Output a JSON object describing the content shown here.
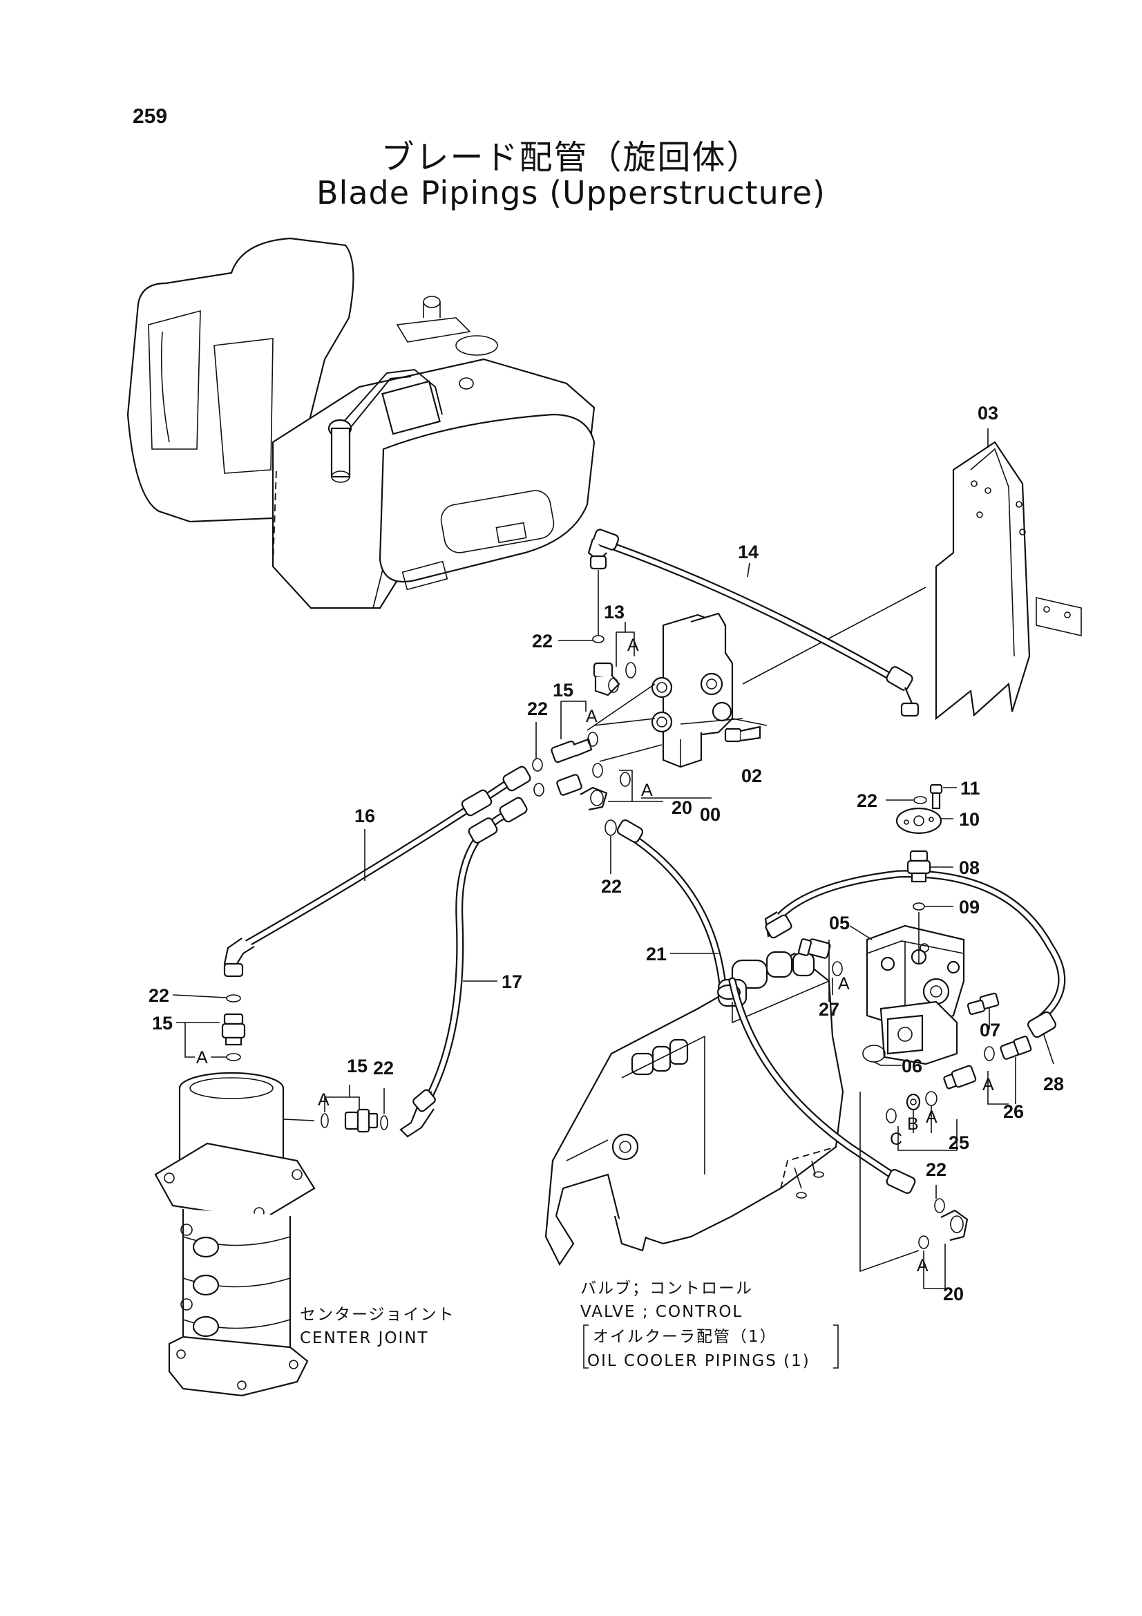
{
  "page": {
    "number": "259",
    "title_ja": "ブレード配管（旋回体）",
    "title_en": "Blade Pipings (Upperstructure)"
  },
  "labels": {
    "p00": "00",
    "p02": "02",
    "p03": "03",
    "p05": "05",
    "p06": "06",
    "p07": "07",
    "p08": "08",
    "p09": "09",
    "p10": "10",
    "p11": "11",
    "p13": "13",
    "p14": "14",
    "p15": "15",
    "p16": "16",
    "p17": "17",
    "p20": "20",
    "p21": "21",
    "p22": "22",
    "p25": "25",
    "p26": "26",
    "p27": "27",
    "p28": "28",
    "A": "A",
    "B": "B",
    "C": "C"
  },
  "captions": {
    "center_joint_ja": "センタージョイント",
    "center_joint_en": "CENTER  JOINT",
    "valve_ja": "バルブ；コントロール",
    "valve_en": "VALVE ; CONTROL",
    "oil_cooler_ja": "オイルクーラ配管（1）",
    "oil_cooler_en": "OIL  COOLER  PIPINGS (1)"
  }
}
